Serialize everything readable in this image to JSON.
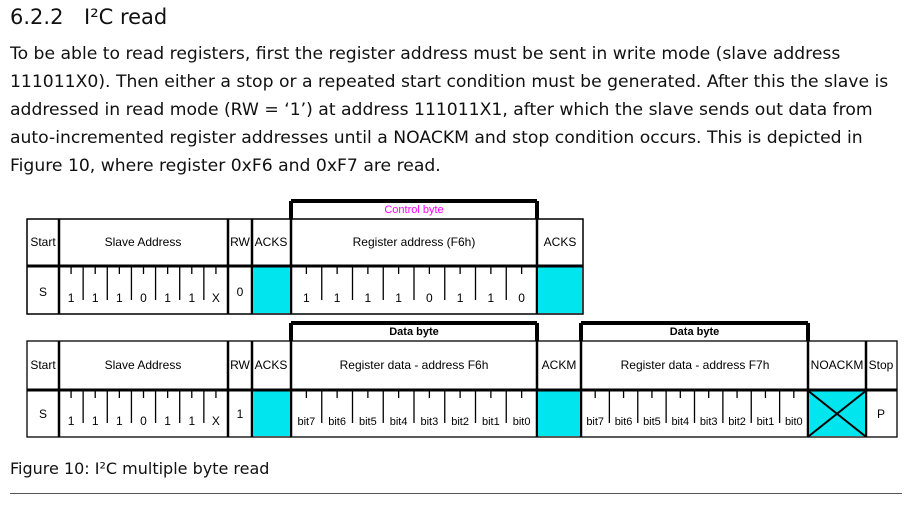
{
  "section": {
    "number": "6.2.2",
    "title": "I²C read"
  },
  "paragraph_lines": [
    "To be able to read registers, first the register address must be sent in write mode (slave address",
    "111011X0). Then either a stop or a repeated start condition must be generated. After this the slave is",
    "addressed in read mode (RW = ‘1’) at address 111011X1, after which the slave sends out data from",
    "auto-incremented register addresses until a NOACKM and stop condition occurs. This is depicted in",
    "Figure 10, where register 0xF6 and 0xF7 are read."
  ],
  "diagram": {
    "accent_color": "#00e5ee",
    "label_color": "#ff00ff",
    "row1": {
      "bracket_label": "Control byte",
      "headers": {
        "start": "Start",
        "slave": "Slave Address",
        "rw": "RW",
        "acks1": "ACKS",
        "reg": "Register address (F6h)",
        "acks2": "ACKS"
      },
      "start_bit": "S",
      "slave_bits": [
        "1",
        "1",
        "1",
        "0",
        "1",
        "1",
        "X"
      ],
      "rw_bit": "0",
      "reg_bits": [
        "1",
        "1",
        "1",
        "1",
        "0",
        "1",
        "1",
        "0"
      ]
    },
    "row2": {
      "bracket1_label": "Data byte",
      "bracket2_label": "Data byte",
      "headers": {
        "start": "Start",
        "slave": "Slave Address",
        "rw": "RW",
        "acks": "ACKS",
        "data1": "Register data - address F6h",
        "ackm": "ACKM",
        "data2": "Register data - address F7h",
        "noackm": "NOACKM",
        "stop": "Stop"
      },
      "start_bit": "S",
      "slave_bits": [
        "1",
        "1",
        "1",
        "0",
        "1",
        "1",
        "X"
      ],
      "rw_bit": "1",
      "data_bits": [
        "bit7",
        "bit6",
        "bit5",
        "bit4",
        "bit3",
        "bit2",
        "bit1",
        "bit0"
      ],
      "stop_bit": "P"
    }
  },
  "caption": "Figure 10: I²C multiple byte read"
}
